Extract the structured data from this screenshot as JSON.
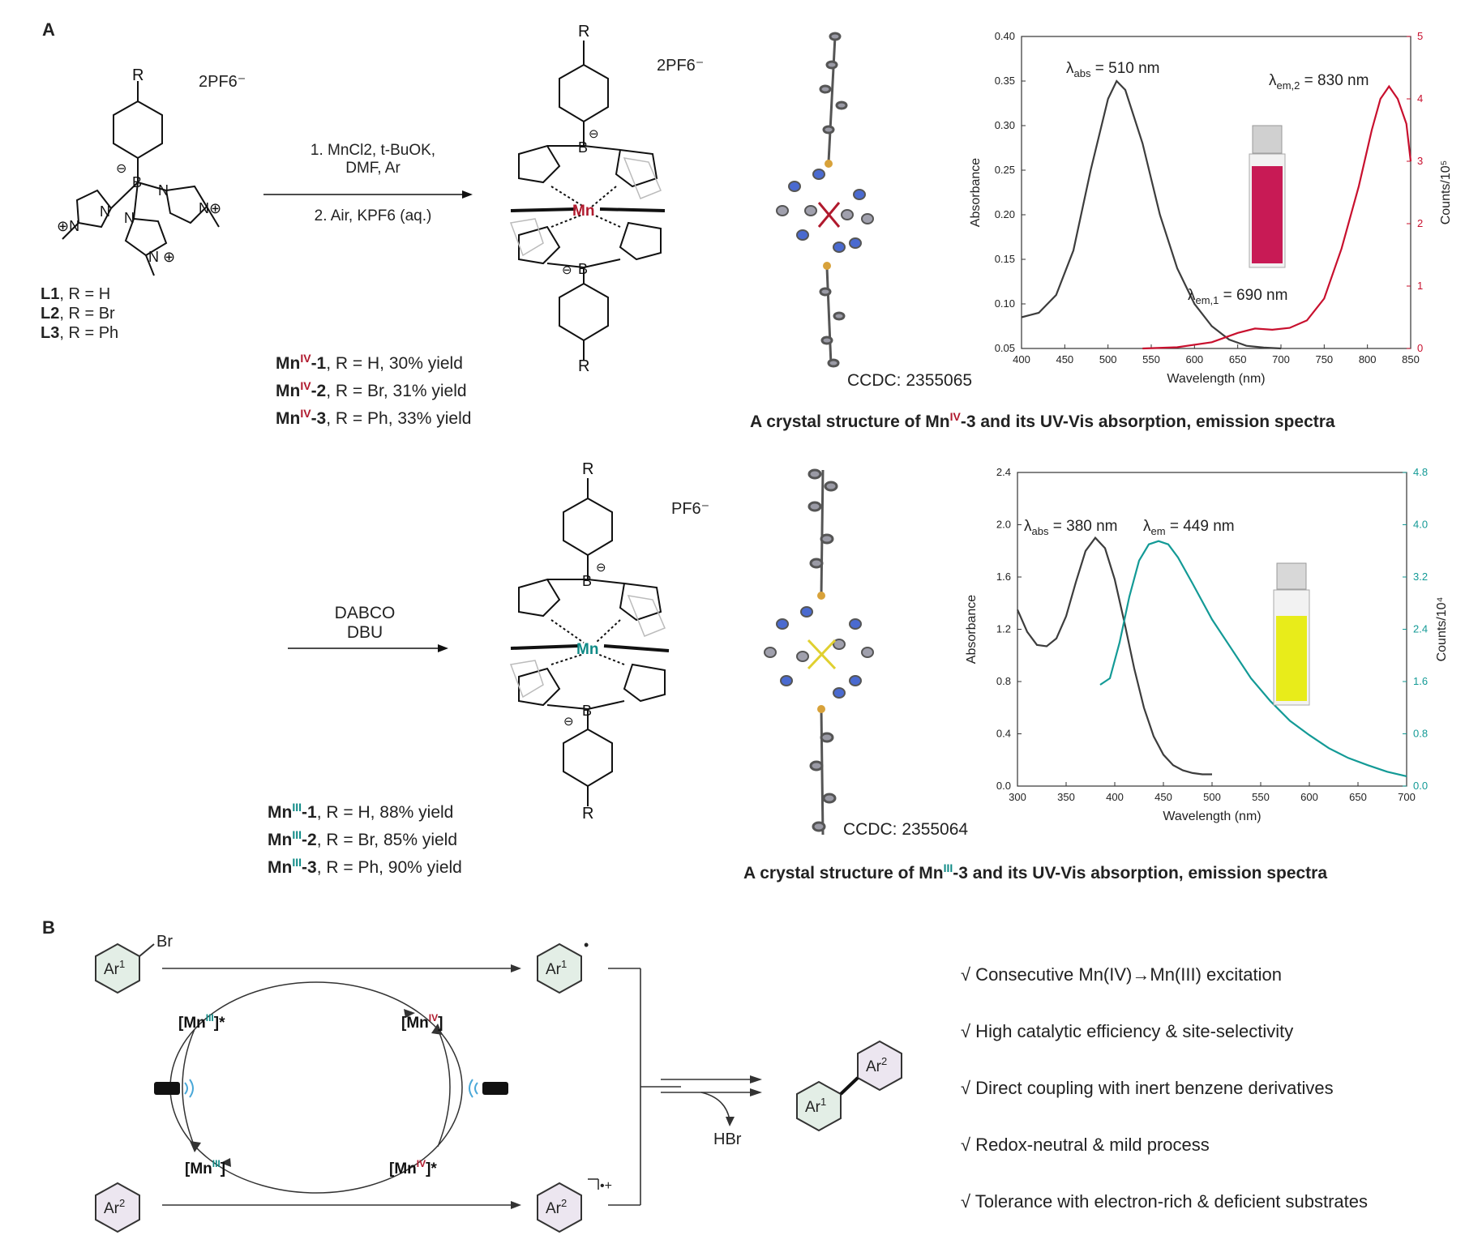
{
  "panel_labels": {
    "a": "A",
    "b": "B"
  },
  "ligands": [
    {
      "name": "L1",
      "rest": ", R = H"
    },
    {
      "name": "L2",
      "rest": ", R = Br"
    },
    {
      "name": "L3",
      "rest": ", R = Ph"
    }
  ],
  "ligand_charge": "2PF6⁻",
  "mn4_charge": "2PF6⁻",
  "mn3_charge": "PF6⁻",
  "arrow1": {
    "line1": "1. MnCl2, t-BuOK,",
    "line2": "DMF, Ar",
    "line3": "2. Air, KPF6 (aq.)"
  },
  "arrow2": {
    "line1": "DABCO",
    "line2": "DBU"
  },
  "mn4_products": [
    {
      "base": "Mn",
      "ox": "IV",
      "id": "-1",
      "rest": ", R = H, 30% yield"
    },
    {
      "base": "Mn",
      "ox": "IV",
      "id": "-2",
      "rest": ", R = Br, 31% yield"
    },
    {
      "base": "Mn",
      "ox": "IV",
      "id": "-3",
      "rest": ", R = Ph, 33% yield"
    }
  ],
  "mn3_products": [
    {
      "base": "Mn",
      "ox": "III",
      "id": "-1",
      "rest": ", R = H, 88% yield"
    },
    {
      "base": "Mn",
      "ox": "III",
      "id": "-2",
      "rest": ", R = Br, 85% yield"
    },
    {
      "base": "Mn",
      "ox": "III",
      "id": "-3",
      "rest": ", R = Ph, 90% yield"
    }
  ],
  "ccdc_top": "CCDC: 2355065",
  "ccdc_bottom": "CCDC: 2355064",
  "caption_top": {
    "pre": "A crystal structure of Mn",
    "ox": "IV",
    "post": "-3 and its UV-Vis absorption, emission spectra"
  },
  "caption_bottom": {
    "pre": "A crystal structure of Mn",
    "ox": "III",
    "post": "-3 and its UV-Vis absorption, emission spectra"
  },
  "colors": {
    "mn4": "#b0192d",
    "mn3": "#0f8a86",
    "abs_line": "#3d3d3d",
    "em_red": "#c8102e",
    "em_teal": "#139a96"
  },
  "chart_data": [
    {
      "type": "line",
      "xlabel": "Wavelength (nm)",
      "ylabel": "Absorbance",
      "ylabel_right": "Counts/10⁵",
      "xlim": [
        400,
        850
      ],
      "ylim": [
        0.05,
        0.4
      ],
      "ylim_right": [
        0,
        5
      ],
      "xticks": [
        "400",
        "450",
        "500",
        "550",
        "600",
        "650",
        "700",
        "750",
        "800",
        "850"
      ],
      "yticks": [
        "0.05",
        "0.10",
        "0.15",
        "0.20",
        "0.25",
        "0.30",
        "0.35",
        "0.40"
      ],
      "yticks_right": [
        "0",
        "1",
        "2",
        "3",
        "4",
        "5"
      ],
      "annotations": [
        {
          "pre": "λ",
          "sub": "abs",
          "post": " = 510 nm"
        },
        {
          "pre": "λ",
          "sub": "em,2",
          "post": " = 830 nm"
        },
        {
          "pre": "λ",
          "sub": "em,1",
          "post": " = 690 nm"
        }
      ],
      "series": [
        {
          "axis": "left",
          "color": "#3d3d3d",
          "x": [
            400,
            420,
            440,
            460,
            480,
            500,
            510,
            520,
            540,
            560,
            580,
            600,
            620,
            640,
            660,
            680,
            700
          ],
          "y": [
            0.085,
            0.09,
            0.11,
            0.16,
            0.25,
            0.33,
            0.35,
            0.34,
            0.28,
            0.2,
            0.14,
            0.1,
            0.075,
            0.06,
            0.053,
            0.051,
            0.05
          ]
        },
        {
          "axis": "right",
          "color": "#c8102e",
          "x": [
            540,
            580,
            620,
            650,
            670,
            690,
            710,
            730,
            750,
            770,
            790,
            805,
            815,
            825,
            835,
            845,
            850
          ],
          "y": [
            0,
            0.02,
            0.1,
            0.25,
            0.32,
            0.3,
            0.33,
            0.45,
            0.8,
            1.6,
            2.6,
            3.5,
            4.0,
            4.2,
            4.0,
            3.6,
            3.0
          ]
        }
      ]
    },
    {
      "type": "line",
      "xlabel": "Wavelength (nm)",
      "ylabel": "Absorbance",
      "ylabel_right": "Counts/10⁴",
      "xlim": [
        300,
        700
      ],
      "ylim": [
        0.0,
        2.4
      ],
      "ylim_right": [
        0,
        4.8
      ],
      "xticks": [
        "300",
        "350",
        "400",
        "450",
        "500",
        "550",
        "600",
        "650",
        "700"
      ],
      "yticks": [
        "0.0",
        "0.4",
        "0.8",
        "1.2",
        "1.6",
        "2.0",
        "2.4"
      ],
      "yticks_right": [
        "0.0",
        "0.8",
        "1.6",
        "2.4",
        "3.2",
        "4.0",
        "4.8"
      ],
      "annotations": [
        {
          "pre": "λ",
          "sub": "abs",
          "post": " = 380 nm"
        },
        {
          "pre": "λ",
          "sub": "em",
          "post": " = 449 nm"
        }
      ],
      "series": [
        {
          "axis": "left",
          "color": "#3d3d3d",
          "x": [
            300,
            310,
            320,
            330,
            340,
            350,
            360,
            370,
            380,
            390,
            400,
            410,
            420,
            430,
            440,
            450,
            460,
            470,
            480,
            490,
            500
          ],
          "y": [
            1.35,
            1.18,
            1.08,
            1.07,
            1.13,
            1.3,
            1.56,
            1.8,
            1.9,
            1.82,
            1.58,
            1.25,
            0.9,
            0.6,
            0.38,
            0.24,
            0.16,
            0.12,
            0.1,
            0.09,
            0.09
          ]
        },
        {
          "axis": "right",
          "color": "#139a96",
          "x": [
            385,
            395,
            405,
            415,
            425,
            435,
            445,
            455,
            465,
            480,
            500,
            520,
            540,
            560,
            580,
            600,
            620,
            640,
            660,
            680,
            700
          ],
          "y": [
            1.55,
            1.65,
            2.2,
            2.9,
            3.45,
            3.7,
            3.75,
            3.7,
            3.5,
            3.1,
            2.55,
            2.1,
            1.65,
            1.3,
            1.0,
            0.78,
            0.58,
            0.43,
            0.32,
            0.22,
            0.15
          ]
        }
      ]
    }
  ],
  "scheme_b": {
    "br": "Br",
    "ar1": "Ar1",
    "ar2": "Ar2",
    "ar1_sup": "1",
    "ar2_sup": "2",
    "radical_dot": "•",
    "radical_cation": "•+",
    "hbr": "HBr",
    "mn3_star": {
      "pre": "[Mn",
      "ox": "III",
      "post": "]*"
    },
    "mn4": {
      "pre": "[Mn",
      "ox": "IV",
      "post": "]"
    },
    "mn3": {
      "pre": "[Mn",
      "ox": "III",
      "post": "]"
    },
    "mn4_star": {
      "pre": "[Mn",
      "ox": "IV",
      "post": "]*"
    }
  },
  "features": [
    "√ Consecutive Mn(IV)→Mn(III) excitation",
    "√  High catalytic efficiency & site-selectivity",
    "√  Direct coupling with inert benzene derivatives",
    "√  Redox-neutral & mild process",
    "√  Tolerance with electron-rich & deficient substrates"
  ]
}
